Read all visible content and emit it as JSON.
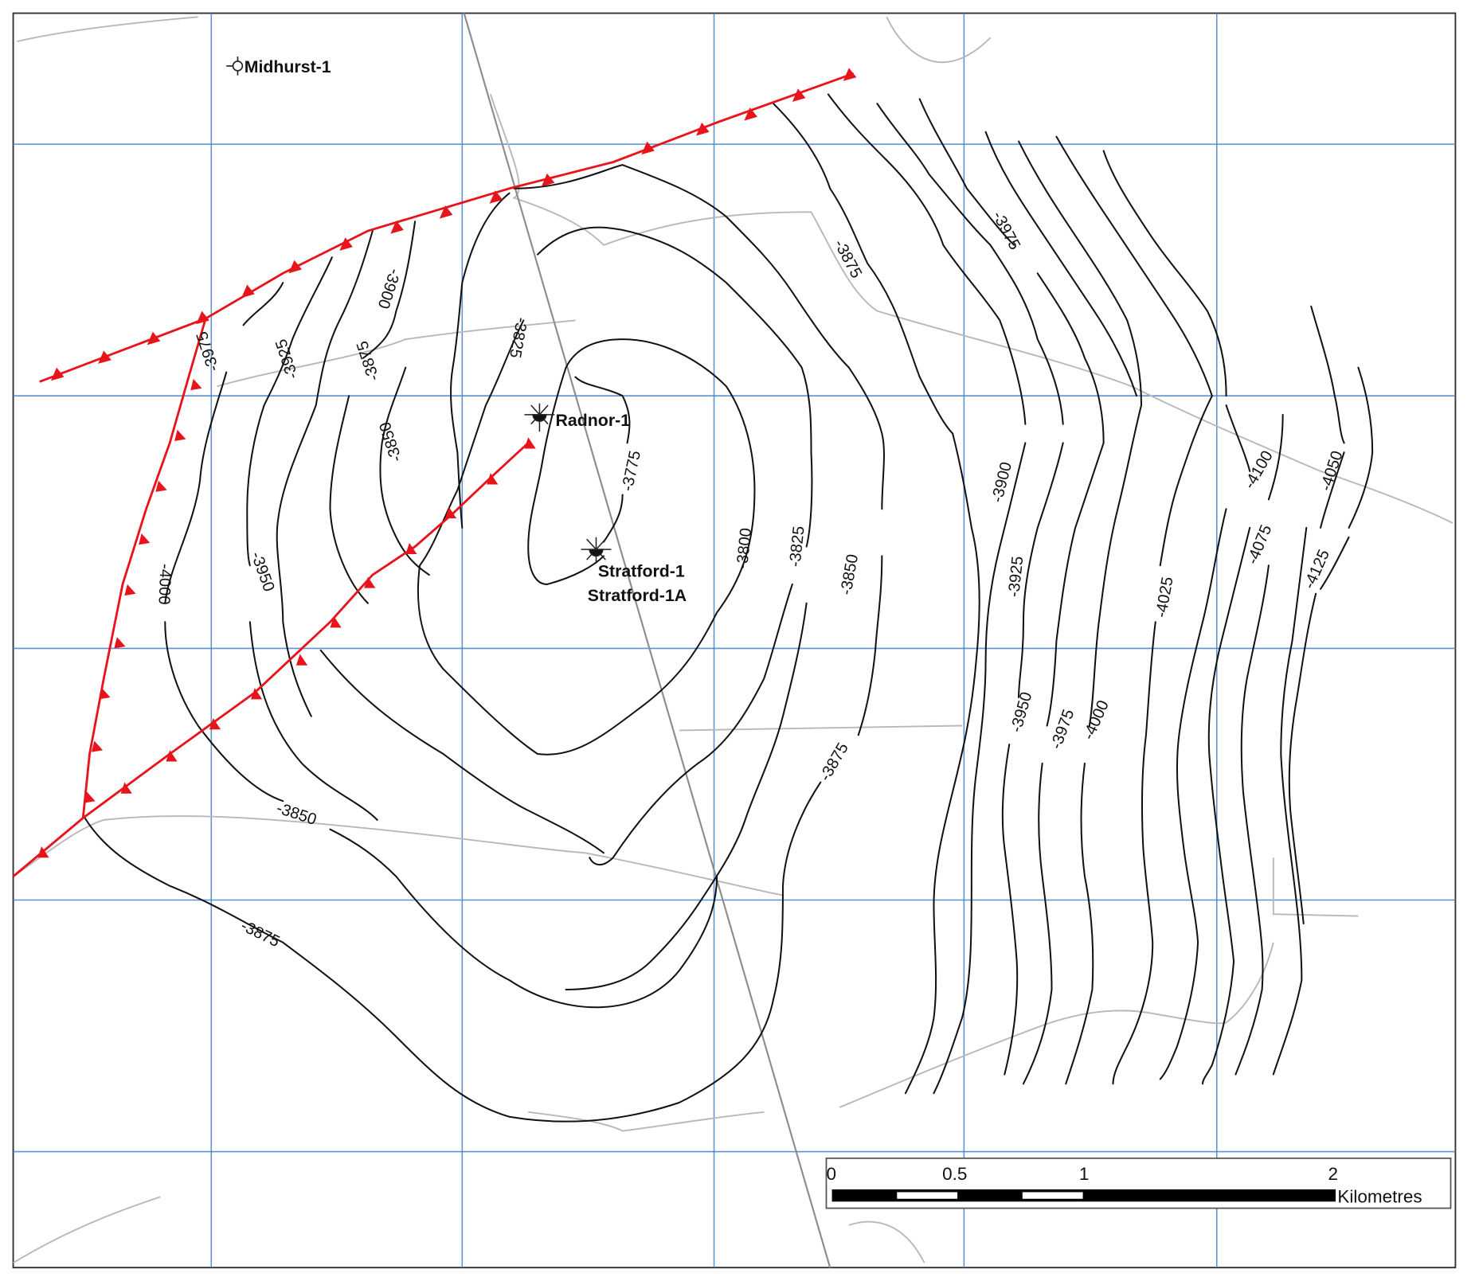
{
  "map": {
    "type": "depth structure contour map",
    "contour_interval": 25,
    "colors": {
      "contour": "#111111",
      "fault": "#e8141c",
      "grid": "#4a86c8",
      "road": "#b8b8b8",
      "frame": "#333333"
    }
  },
  "wells": [
    {
      "name": "Midhurst-1",
      "symbol": "dry-hole-circle"
    },
    {
      "name": "Radnor-1",
      "symbol": "gas-show-well"
    },
    {
      "name": "Stratford-1",
      "symbol": "gas-show-well"
    },
    {
      "name": "Stratford-1A",
      "symbol": "gas-show-well"
    }
  ],
  "contour_labels": [
    "-3975",
    "-3925",
    "-3900",
    "-3875",
    "-3825",
    "-3875",
    "-3975",
    "-3850",
    "-3775",
    "-3800",
    "-3825",
    "-3850",
    "-3900",
    "-3925",
    "-4000",
    "-3950",
    "-4025",
    "-4100",
    "-4050",
    "-4075",
    "-4125",
    "-3950",
    "-3975",
    "-4000",
    "-3875",
    "-3850",
    "-3875"
  ],
  "labels": {
    "c1": "-3975",
    "c2": "-3925",
    "c3": "-3900",
    "c4": "-3875",
    "c5": "-3825",
    "c6": "-3875",
    "c7": "-3975",
    "c8": "-3850",
    "c9": "-3775",
    "c10": "-3800",
    "c11": "-3825",
    "c12": "-3850",
    "c13": "-3900",
    "c14": "-3925",
    "c15": "-4000",
    "c16": "-3950",
    "c17": "-4025",
    "c18": "-4100",
    "c19": "-4050",
    "c20": "-4075",
    "c21": "-4125",
    "c22": "-3950",
    "c23": "-3975",
    "c24": "-4000",
    "c25": "-3875",
    "c26": "-3850",
    "c27": "-3875"
  },
  "scale_bar": {
    "ticks": [
      "0",
      "0.5",
      "1",
      "2"
    ],
    "unit": "Kilometres"
  }
}
